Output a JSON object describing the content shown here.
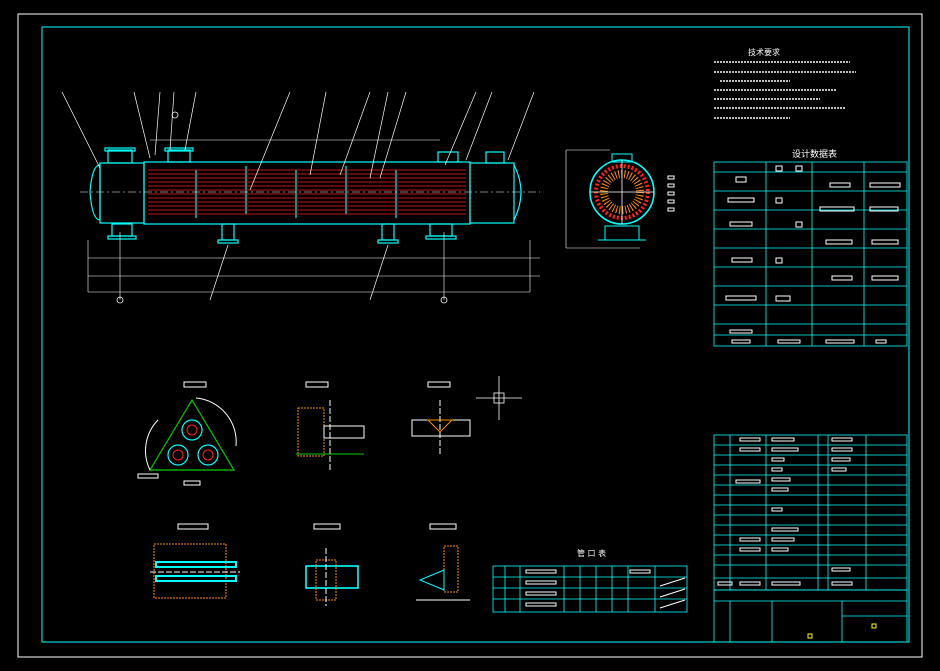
{
  "drawing": {
    "tech_requirements_heading": "技术要求",
    "design_data_heading": "设计数据表",
    "nozzle_table_heading": "管 口 表"
  },
  "colors": {
    "background": "#000000",
    "frame": "#00ffff",
    "lines": "#ffffff",
    "tubes": "#ff2020",
    "hatch": "#ff8c00",
    "green": "#00d000",
    "yellow": "#ffff00"
  }
}
